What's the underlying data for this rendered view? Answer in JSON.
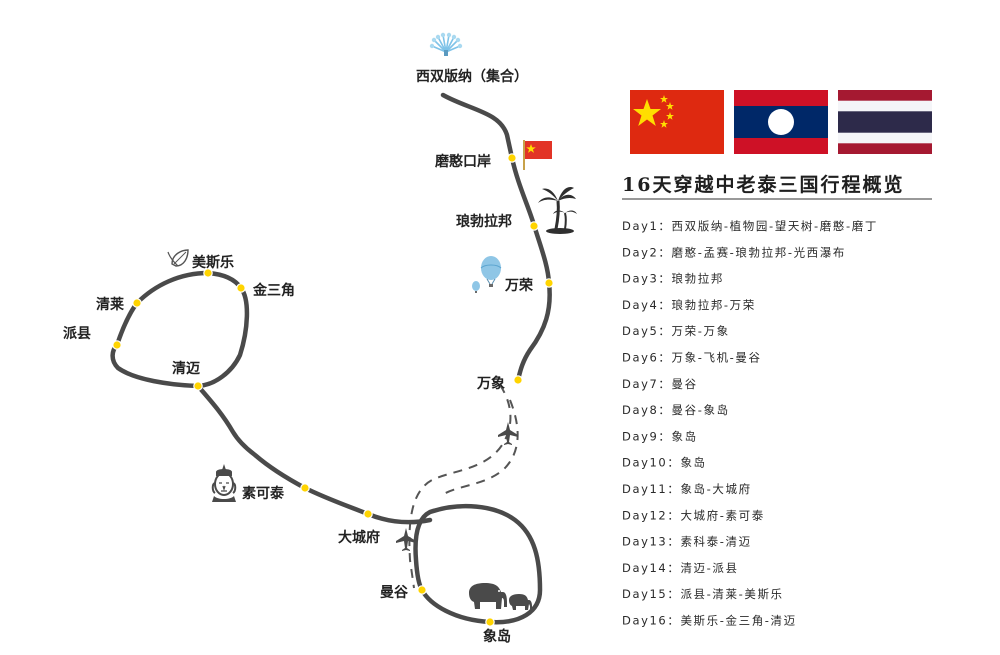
{
  "map": {
    "places": [
      {
        "id": "xishuangbanna",
        "label": "西双版纳（集合）"
      },
      {
        "id": "mohan",
        "label": "磨憨口岸"
      },
      {
        "id": "luangprabang",
        "label": "琅勃拉邦"
      },
      {
        "id": "vangvieng",
        "label": "万荣"
      },
      {
        "id": "vientiane",
        "label": "万象"
      },
      {
        "id": "bangkok",
        "label": "曼谷"
      },
      {
        "id": "kohchang",
        "label": "象岛"
      },
      {
        "id": "ayutthaya",
        "label": "大城府"
      },
      {
        "id": "sukhothai",
        "label": "素可泰"
      },
      {
        "id": "chiangmai",
        "label": "清迈"
      },
      {
        "id": "pai",
        "label": "派县"
      },
      {
        "id": "chiangrai",
        "label": "清莱"
      },
      {
        "id": "maesalong",
        "label": "美斯乐"
      },
      {
        "id": "goldentriangle",
        "label": "金三角"
      }
    ],
    "flags": [
      {
        "country": "China",
        "colors": [
          "#de2910",
          "#ffde00"
        ]
      },
      {
        "country": "Laos",
        "colors": [
          "#ce1126",
          "#002868",
          "#ffffff"
        ]
      },
      {
        "country": "Thailand",
        "colors": [
          "#a51931",
          "#f4f5f8",
          "#2d2a4a"
        ]
      }
    ],
    "icons": [
      "peacock-icon",
      "china-flag-icon",
      "palm-tree-icon",
      "hot-air-balloon-icon",
      "airplane-icon",
      "elephant-icon",
      "leaf-icon",
      "buddha-head-icon"
    ],
    "route_color": "#4a4a4a",
    "stop_color": "#ffd400"
  },
  "itinerary": {
    "title": "16天穿越中老泰三国行程概览",
    "days": [
      "Day1：西双版纳-植物园-望天树-磨憨-磨丁",
      "Day2：磨憨-孟赛-琅勃拉邦-光西瀑布",
      "Day3：琅勃拉邦",
      "Day4：琅勃拉邦-万荣",
      "Day5：万荣-万象",
      "Day6：万象-飞机-曼谷",
      "Day7：曼谷",
      "Day8：曼谷-象岛",
      "Day9：象岛",
      "Day10：象岛",
      "Day11：象岛-大城府",
      "Day12：大城府-素可泰",
      "Day13：素科泰-清迈",
      "Day14：清迈-派县",
      "Day15：派县-清莱-美斯乐",
      "Day16：美斯乐-金三角-清迈"
    ]
  }
}
